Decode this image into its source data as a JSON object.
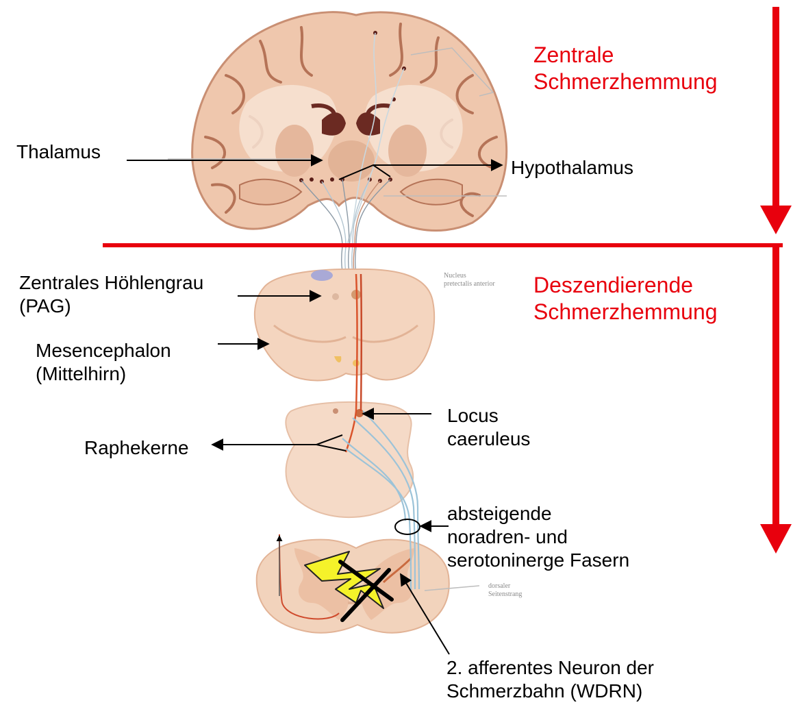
{
  "sections": {
    "central": [
      "Zentrale",
      "Schmerzhemmung"
    ],
    "descending": [
      "Deszendierende",
      "Schmerzhemmung"
    ]
  },
  "labels": {
    "thalamus": "Thalamus",
    "hypothalamus": "Hypothalamus",
    "pag": [
      "Zentrales Höhlengrau",
      "(PAG)"
    ],
    "mesencephalon": [
      "Mesencephalon",
      "(Mittelhirn)"
    ],
    "locus": [
      "Locus",
      "caeruleus"
    ],
    "raphe": "Raphekerne",
    "fibers": [
      "absteigende",
      "noradren- und",
      "serotoninerge Fasern"
    ],
    "neuron": [
      "2. afferentes Neuron der",
      "Schmerzbahn (WDRN)"
    ]
  },
  "small_labels": {
    "nucleus": [
      "Nucleus",
      "pretectalis anterior"
    ],
    "tract": [
      "dorsaler",
      "Seitenstrang"
    ]
  },
  "colors": {
    "accent": "#e8000d",
    "tissue": "#f1cdb3",
    "tissue_dark": "#c98f73",
    "descending_fiber": "#d9532b",
    "ascending_fiber": "#9cc3d8",
    "lightning": "#f5f22a"
  }
}
